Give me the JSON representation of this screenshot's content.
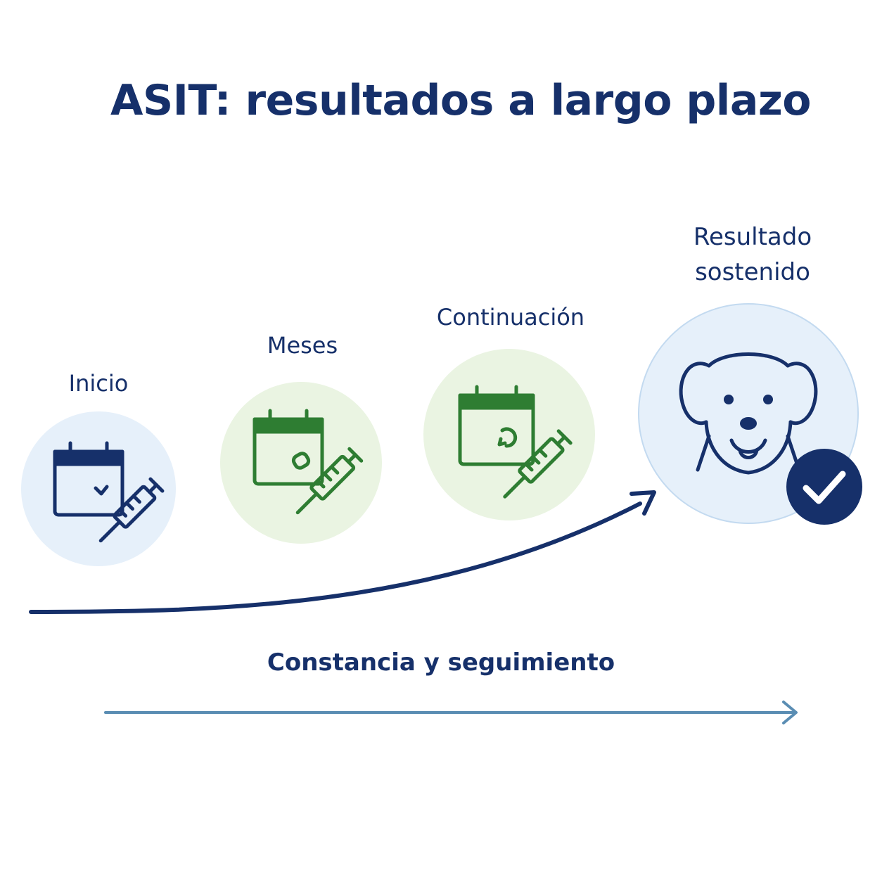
{
  "title": "ASIT: resultados a largo plazo",
  "stages": [
    {
      "label": "Inicio",
      "icon": "calendar-syringe-icon",
      "color": "#16306a"
    },
    {
      "label": "Meses",
      "icon": "calendar-syringe-icon",
      "color": "#2e7d32"
    },
    {
      "label": "Continuación",
      "icon": "calendar-syringe-icon",
      "color": "#2e7d32"
    },
    {
      "label": "Resultado sostenido",
      "icon": "dog-face-icon",
      "color": "#16306a"
    }
  ],
  "check_icon": "check-icon",
  "timeline_label": "Constancia y seguimiento",
  "colors": {
    "navy": "#16306a",
    "green": "#2e7d32",
    "blue_circle": "#e6f0fa",
    "green_circle": "#eaf4e2",
    "arrow_light": "#5a8db3"
  }
}
